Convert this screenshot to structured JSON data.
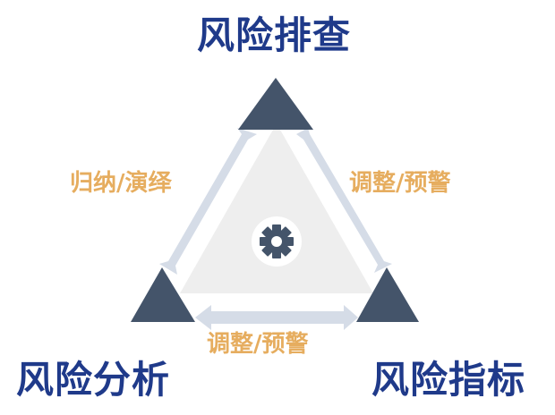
{
  "nodes": {
    "top": "风险排查",
    "bottom_left": "风险分析",
    "bottom_right": "风险指标"
  },
  "edges": {
    "left": "归纳/演绎",
    "right": "调整/预警",
    "bottom": "调整/预警"
  },
  "center_icon": "gear-icon",
  "colors": {
    "title": "#1f3a8a",
    "edge_label": "#e6ad5f",
    "node_triangle": "#44546a",
    "connector": "#d5dce7",
    "center_fill": "#eeeeee"
  }
}
